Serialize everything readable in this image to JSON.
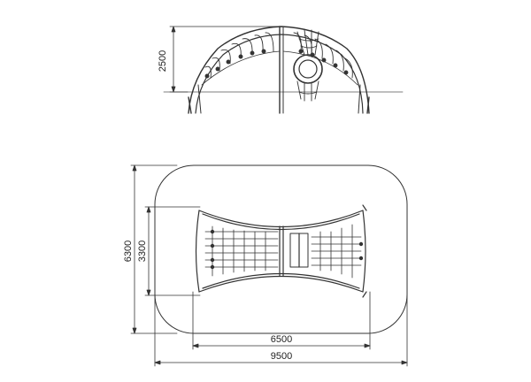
{
  "dimensions": {
    "height_side": "2500",
    "height_total": "6300",
    "height_frame": "3300",
    "width_frame": "6500",
    "width_total": "9500"
  }
}
